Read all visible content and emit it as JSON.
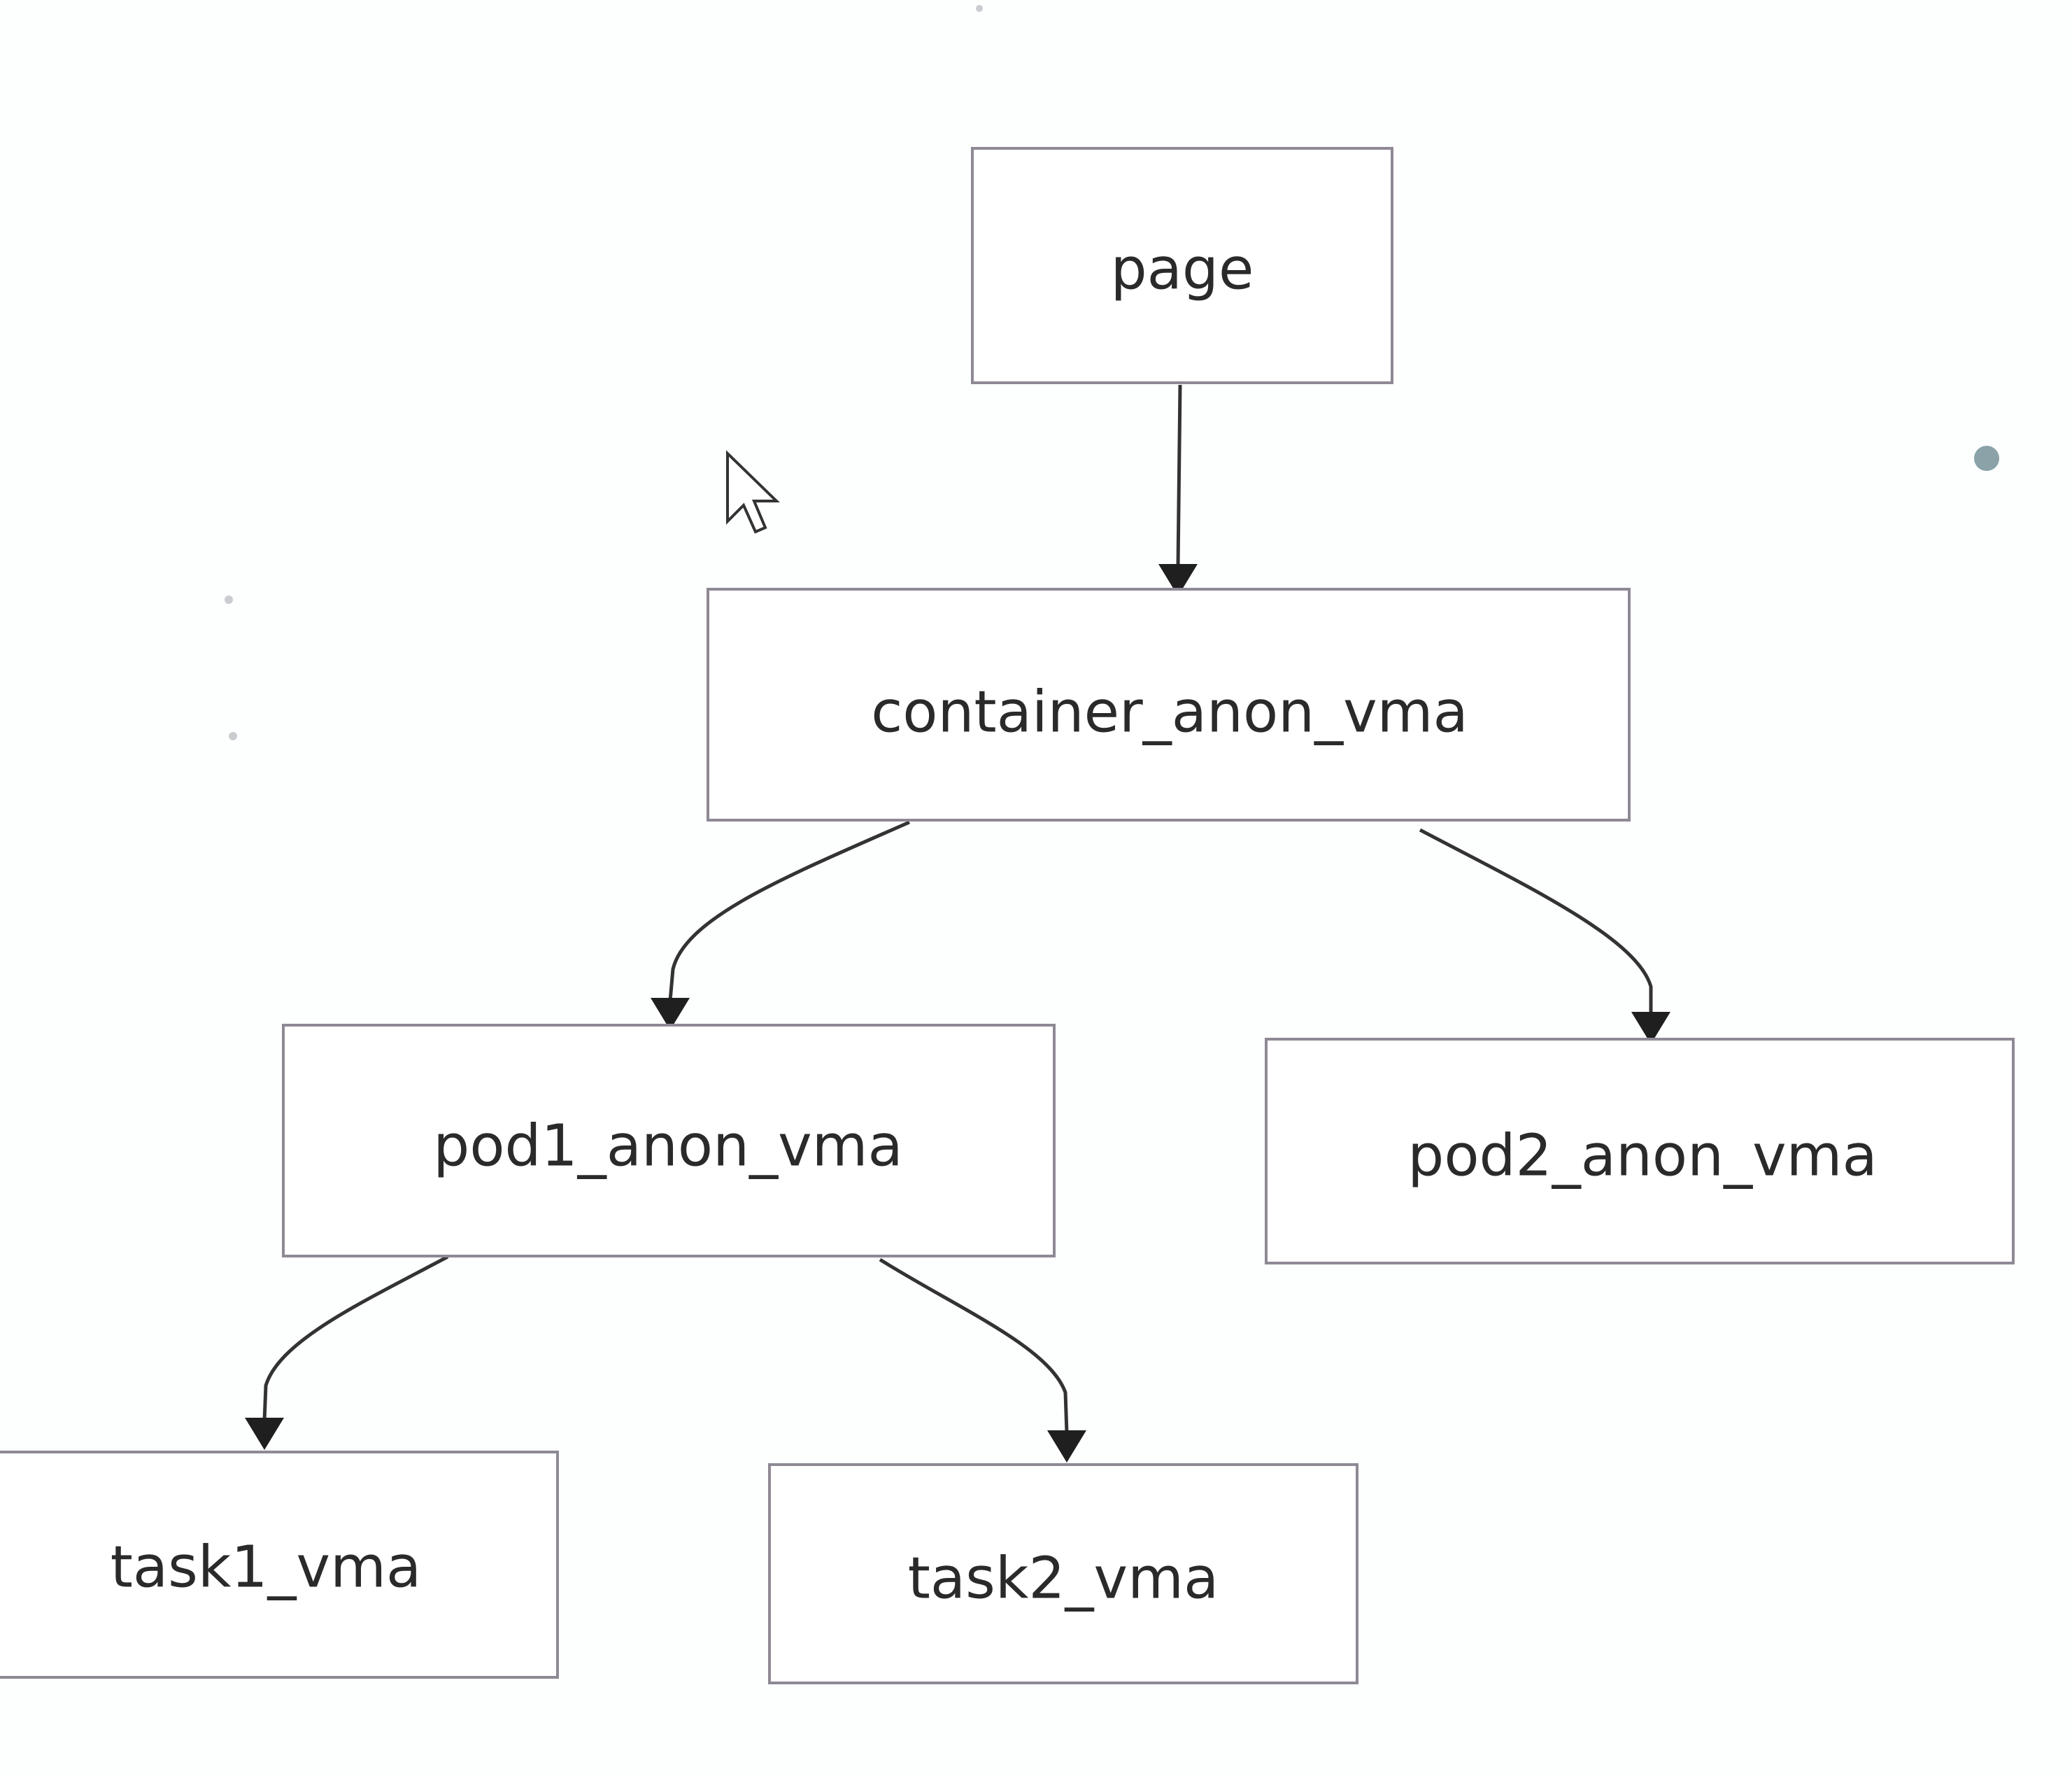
{
  "nodes": {
    "page": {
      "label": "page"
    },
    "container": {
      "label": "container_anon_vma"
    },
    "pod1": {
      "label": "pod1_anon_vma"
    },
    "pod2": {
      "label": "pod2_anon_vma"
    },
    "task1": {
      "label": "task1_vma"
    },
    "task2": {
      "label": "task2_vma"
    }
  },
  "edges": [
    {
      "from": "page",
      "to": "container"
    },
    {
      "from": "container",
      "to": "pod1"
    },
    {
      "from": "container",
      "to": "pod2"
    },
    {
      "from": "pod1",
      "to": "task1"
    },
    {
      "from": "pod1",
      "to": "task2"
    }
  ],
  "colors": {
    "node_border": "#8f8995",
    "edge": "#333333",
    "background": "#fdfefe"
  },
  "icons": {
    "cursor": "mouse-pointer-icon"
  }
}
